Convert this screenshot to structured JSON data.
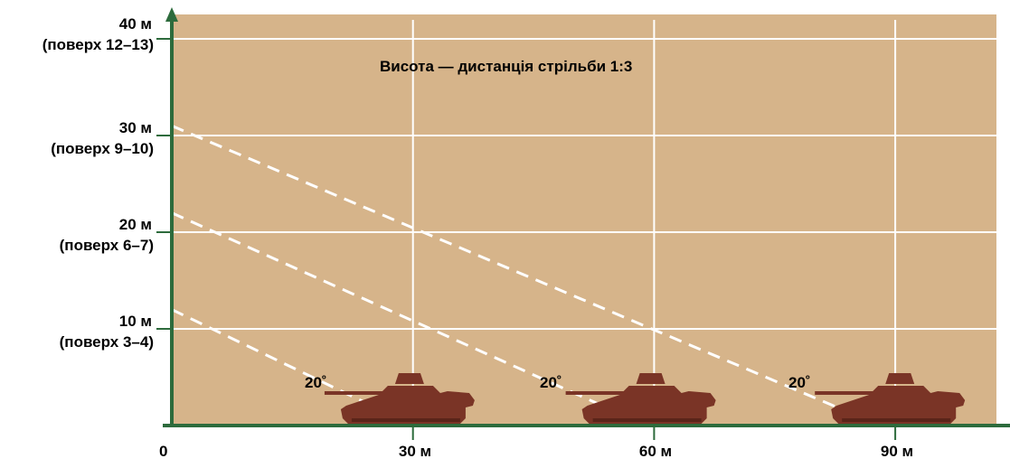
{
  "colors": {
    "background": "#d6b48a",
    "grid": "#ffffff",
    "axis": "#2d6b3c",
    "trajectory": "#ffffff",
    "tank": "#7a3426",
    "text": "#000000"
  },
  "title": "Висота — дистанція стрільби 1:3",
  "y_axis": {
    "ticks": [
      {
        "label": "40 м",
        "sublabel": "(поверх 12–13)",
        "value": 40
      },
      {
        "label": "30 м",
        "sublabel": "(поверх 9–10)",
        "value": 30
      },
      {
        "label": "20 м",
        "sublabel": "(поверх 6–7)",
        "value": 20
      },
      {
        "label": "10 м",
        "sublabel": "(поверх 3–4)",
        "value": 10
      }
    ]
  },
  "x_axis": {
    "origin_label": "0",
    "ticks": [
      {
        "label": "30 м",
        "value": 30
      },
      {
        "label": "60 м",
        "value": 60
      },
      {
        "label": "90 м",
        "value": 90
      }
    ]
  },
  "trajectories": [
    {
      "from_height": 12,
      "to_distance": 29,
      "tank_distance": 28
    },
    {
      "from_height": 22,
      "to_distance": 58,
      "tank_distance": 58
    },
    {
      "from_height": 31,
      "to_distance": 87,
      "tank_distance": 89
    }
  ],
  "tanks": [
    {
      "angle_label": "20˚",
      "distance": 28
    },
    {
      "angle_label": "20˚",
      "distance": 58
    },
    {
      "angle_label": "20˚",
      "distance": 89
    }
  ]
}
